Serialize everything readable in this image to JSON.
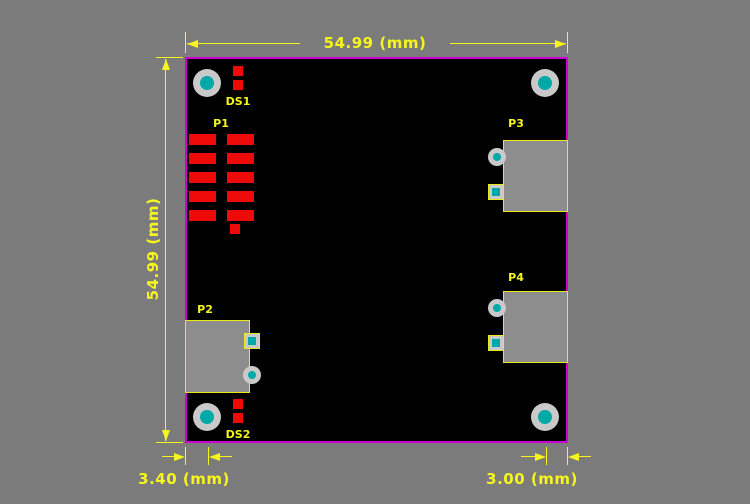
{
  "colors": {
    "background": "#7b7b7b",
    "board_fill": "#000000",
    "board_outline": "#cf00cf",
    "annotation": "#f6f61e",
    "pad_red": "#ef0a0a",
    "pad_teal": "#00a8a8",
    "pad_ring": "#c9c9c9",
    "connector_fill": "#8d8d8d",
    "connector_outline": "#e8e81a"
  },
  "dimensions": {
    "top": "54.99 (mm)",
    "left": "54.99 (mm)",
    "bottom_left": "3.40 (mm)",
    "bottom_right": "3.00 (mm)"
  },
  "components": {
    "ds1": "DS1",
    "ds2": "DS2",
    "p1": "P1",
    "p2": "P2",
    "p3": "P3",
    "p4": "P4"
  }
}
